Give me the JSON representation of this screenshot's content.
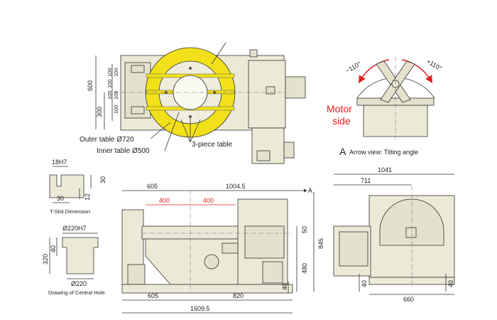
{
  "top_view": {
    "dim_600": "600",
    "dim_300": "300",
    "slot_spacing": [
      "100",
      "100",
      "100",
      "100",
      "100",
      "100"
    ],
    "outer_table": "Outer table Ø720",
    "inner_table": "Inner table Ø500",
    "three_piece": "3-piece table"
  },
  "arrow_view": {
    "angle_neg": "−110°",
    "angle_pos": "+110°",
    "motor_side": "Motor side",
    "letter": "A",
    "caption": "Arrow view: Tilting angle"
  },
  "tslot": {
    "dim_h7": "18H7",
    "dim_30_w": "30",
    "dim_30_h": "30",
    "dim_12": "12",
    "caption": "T-Slot Dimension"
  },
  "central_hole": {
    "dim_top": "Ø220H7",
    "dim_40": "40",
    "dim_320": "320",
    "dim_bottom": "Ø220",
    "caption": "Drawing of Central Hole"
  },
  "front_view": {
    "dim_605_top": "605",
    "dim_1004": "1004.5",
    "arrow_a": "A",
    "red_400_left": "400",
    "red_400_right": "400",
    "dim_50": "50",
    "dim_845": "845",
    "dim_480": "480",
    "dim_40": "40",
    "dim_605_bottom": "605",
    "dim_820": "820",
    "dim_total": "1609.5"
  },
  "side_view": {
    "dim_1041": "1041",
    "dim_711": "711",
    "dim_40": "40",
    "dim_660": "660"
  },
  "colors": {
    "table_yellow": "#f2e11a",
    "body": "#ece9d6",
    "accent_red": "#e02020"
  }
}
